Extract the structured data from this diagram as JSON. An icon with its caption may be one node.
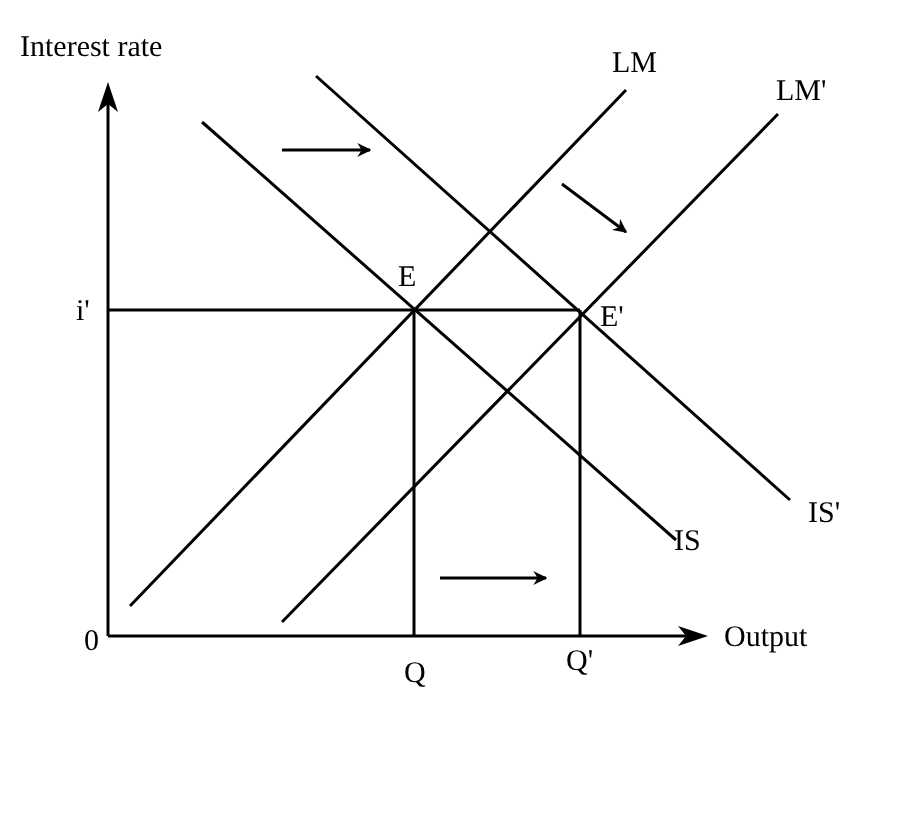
{
  "diagram": {
    "labels": [
      "Interest rate",
      "LM",
      "LM'",
      "E",
      "i'",
      "E'",
      "IS'",
      "IS",
      "0",
      "Q",
      "Q'",
      "Output"
    ]
  }
}
